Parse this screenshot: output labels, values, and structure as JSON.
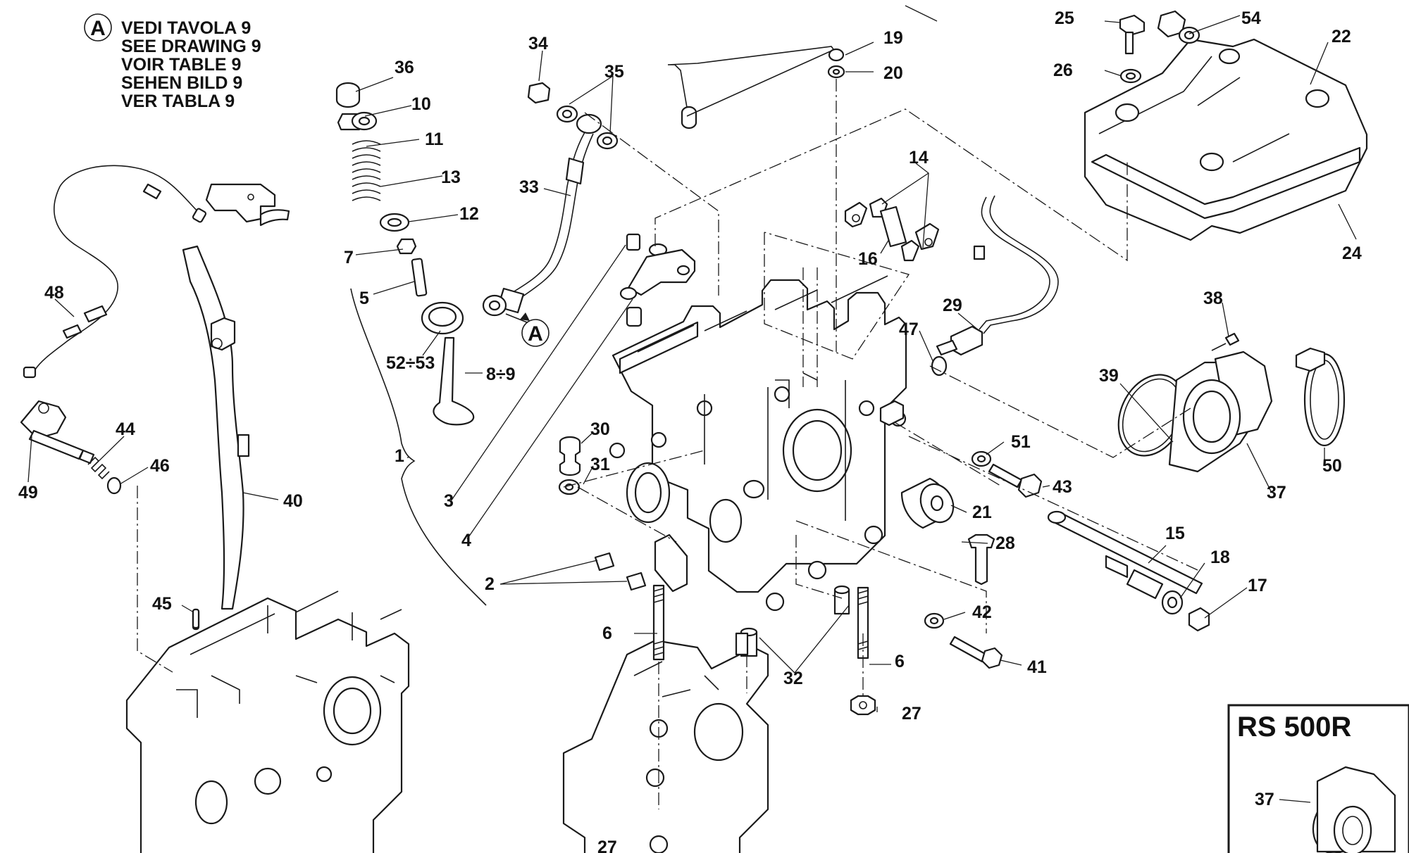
{
  "note": {
    "marker": "A",
    "lines": [
      "VEDI TAVOLA 9",
      "SEE DRAWING 9",
      "VOIR TABLE 9",
      "SEHEN BILD 9",
      "VER TABLA 9"
    ]
  },
  "ref_marker": "A",
  "inset": {
    "title": "RS 500R",
    "part_label": "37"
  },
  "callouts": {
    "c1": "1",
    "c2": "2",
    "c3": "3",
    "c4": "4",
    "c5": "5",
    "c6a": "6",
    "c6b": "6",
    "c7": "7",
    "c8_9": "8÷9",
    "c10": "10",
    "c11": "11",
    "c12": "12",
    "c13": "13",
    "c14": "14",
    "c15": "15",
    "c16": "16",
    "c17": "17",
    "c18": "18",
    "c19": "19",
    "c20": "20",
    "c21": "21",
    "c22": "22",
    "c24": "24",
    "c25": "25",
    "c26": "26",
    "c27a": "27",
    "c27b": "27",
    "c28": "28",
    "c29": "29",
    "c30": "30",
    "c31": "31",
    "c32": "32",
    "c33": "33",
    "c34": "34",
    "c35": "35",
    "c36": "36",
    "c37": "37",
    "c38": "38",
    "c39": "39",
    "c40": "40",
    "c41": "41",
    "c42": "42",
    "c43": "43",
    "c44": "44",
    "c45": "45",
    "c46": "46",
    "c47": "47",
    "c48": "48",
    "c49": "49",
    "c50": "50",
    "c51": "51",
    "c52_53": "52÷53",
    "c54": "54"
  }
}
